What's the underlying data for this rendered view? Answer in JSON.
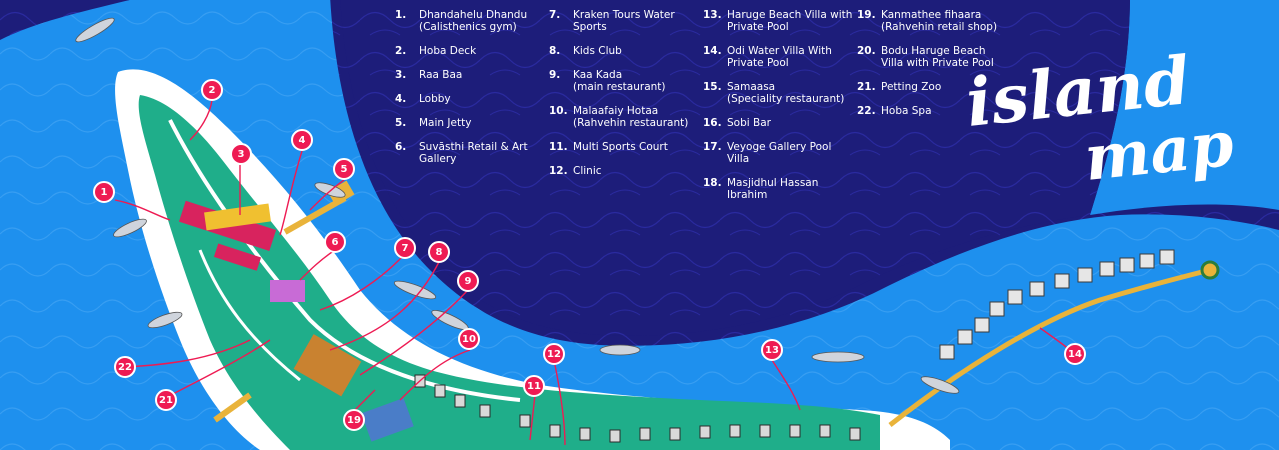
{
  "title": {
    "line1": "island",
    "line2": "map"
  },
  "colors": {
    "deep_sea": "#1d1d7a",
    "lagoon": "#1e90ee",
    "sand": "#ffffff",
    "vegetation": "#1fae8a",
    "marker": "#ee1b53",
    "jetty": "#e9b33a"
  },
  "legend": {
    "col1": [
      {
        "num": "1.",
        "lines": [
          "Dhandahelu Dhandu",
          "(Calisthenics gym)"
        ]
      },
      {
        "num": "2.",
        "lines": [
          "Hoba Deck"
        ]
      },
      {
        "num": "3.",
        "lines": [
          "Raa Baa"
        ]
      },
      {
        "num": "4.",
        "lines": [
          "Lobby"
        ]
      },
      {
        "num": "5.",
        "lines": [
          "Main Jetty"
        ]
      },
      {
        "num": "6.",
        "lines": [
          "Suvāsthi Retail & Art",
          "Gallery"
        ]
      }
    ],
    "col2": [
      {
        "num": "7.",
        "lines": [
          "Kraken Tours Water",
          "Sports"
        ]
      },
      {
        "num": "8.",
        "lines": [
          "Kids Club"
        ]
      },
      {
        "num": "9.",
        "lines": [
          "Kaa Kada",
          "(main restaurant)"
        ]
      },
      {
        "num": "10.",
        "lines": [
          "Malaafaiy Hotaa",
          "(Rahvehin restaurant)"
        ]
      },
      {
        "num": "11.",
        "lines": [
          "Multi Sports Court"
        ]
      },
      {
        "num": "12.",
        "lines": [
          "Clinic"
        ]
      }
    ],
    "col3": [
      {
        "num": "13.",
        "lines": [
          "Haruge Beach Villa with",
          "Private Pool"
        ]
      },
      {
        "num": "14.",
        "lines": [
          "Odi Water Villa With",
          "Private Pool"
        ]
      },
      {
        "num": "15.",
        "lines": [
          "Samaasa",
          "(Speciality restaurant)"
        ]
      },
      {
        "num": "16.",
        "lines": [
          "Sobi Bar"
        ]
      },
      {
        "num": "17.",
        "lines": [
          "Veyoge Gallery Pool",
          "Villa"
        ]
      },
      {
        "num": "18.",
        "lines": [
          "Masjidhul Hassan",
          "Ibrahim"
        ]
      }
    ],
    "col4": [
      {
        "num": "19.",
        "lines": [
          "Kanmathee fihaara",
          "(Rahvehin retail shop)"
        ]
      },
      {
        "num": "20.",
        "lines": [
          "Bodu Haruge Beach",
          "Villa with Private Pool"
        ]
      },
      {
        "num": "21.",
        "lines": [
          "Petting Zoo"
        ]
      },
      {
        "num": "22.",
        "lines": [
          "Hoba Spa"
        ]
      }
    ]
  },
  "markers": [
    {
      "label": "1",
      "icon": "map-pin-1"
    },
    {
      "label": "2",
      "icon": "map-pin-2"
    },
    {
      "label": "3",
      "icon": "map-pin-3"
    },
    {
      "label": "4",
      "icon": "map-pin-4"
    },
    {
      "label": "5",
      "icon": "map-pin-5"
    },
    {
      "label": "6",
      "icon": "map-pin-6"
    },
    {
      "label": "7",
      "icon": "map-pin-7"
    },
    {
      "label": "8",
      "icon": "map-pin-8"
    },
    {
      "label": "9",
      "icon": "map-pin-9"
    },
    {
      "label": "10",
      "icon": "map-pin-10"
    },
    {
      "label": "11",
      "icon": "map-pin-11"
    },
    {
      "label": "12",
      "icon": "map-pin-12"
    },
    {
      "label": "13",
      "icon": "map-pin-13"
    },
    {
      "label": "14",
      "icon": "map-pin-14"
    },
    {
      "label": "19",
      "icon": "map-pin-19"
    },
    {
      "label": "21",
      "icon": "map-pin-21"
    },
    {
      "label": "22",
      "icon": "map-pin-22"
    }
  ]
}
